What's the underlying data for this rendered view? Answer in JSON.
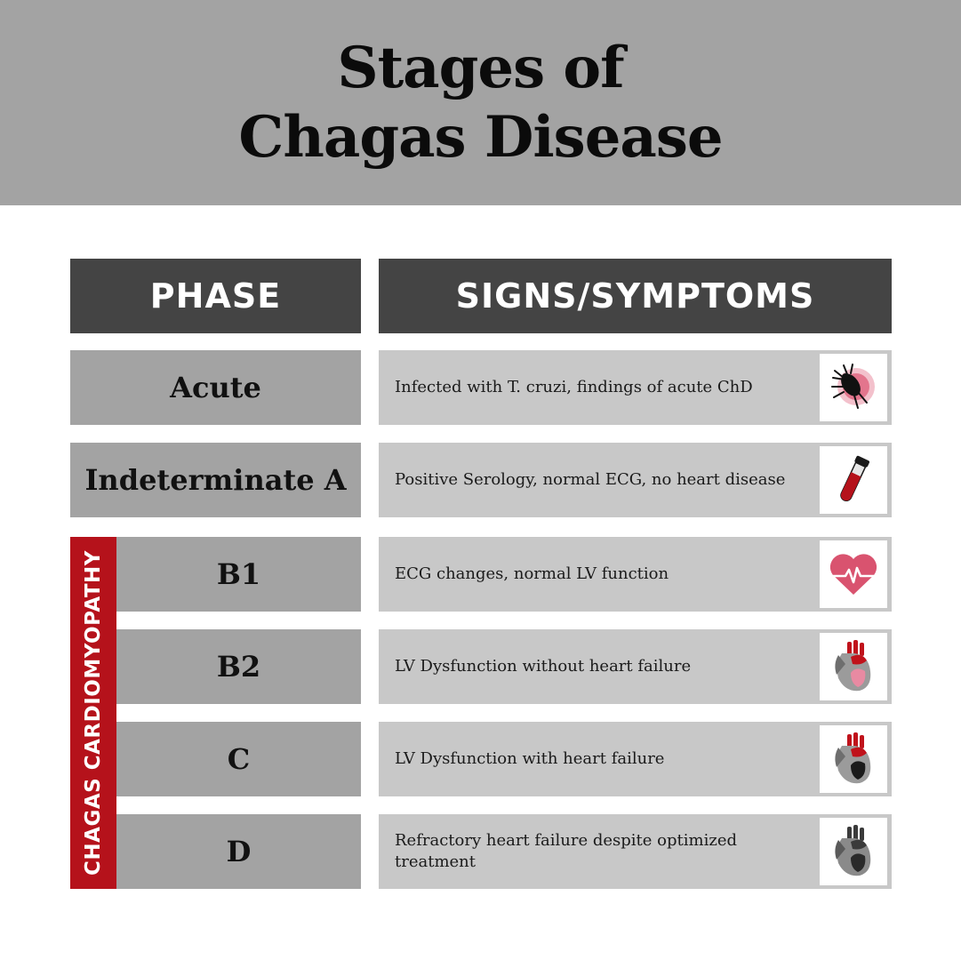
{
  "title": {
    "line1": "Stages of",
    "line2": "Chagas Disease"
  },
  "headers": {
    "phase": "PHASE",
    "signs": "SIGNS/SYMPTOMS"
  },
  "group_label": "CHAGAS CARDIOMYOPATHY",
  "rows": [
    {
      "phase": "Acute",
      "signs": "Infected with T. cruzi, findings of acute ChD",
      "icon": "kissing-bug-icon"
    },
    {
      "phase": "Indeterminate A",
      "signs": "Positive Serology, normal ECG, no heart disease",
      "icon": "blood-test-tube-icon"
    },
    {
      "phase": "B1",
      "signs": "ECG changes, normal LV function",
      "icon": "heartbeat-icon"
    },
    {
      "phase": "B2",
      "signs": "LV Dysfunction without heart failure",
      "icon": "heart-anatomy-icon"
    },
    {
      "phase": "C",
      "signs": "LV Dysfunction with heart failure",
      "icon": "heart-anatomy-icon"
    },
    {
      "phase": "D",
      "signs": "Refractory heart failure despite optimized treatment",
      "icon": "heart-anatomy-icon"
    }
  ],
  "colors": {
    "banner": "#a3a3a3",
    "header": "#444444",
    "phase_cell": "#a3a3a3",
    "sign_cell": "#c8c8c8",
    "accent_red": "#b5121b",
    "accent_pink": "#d9536f"
  }
}
